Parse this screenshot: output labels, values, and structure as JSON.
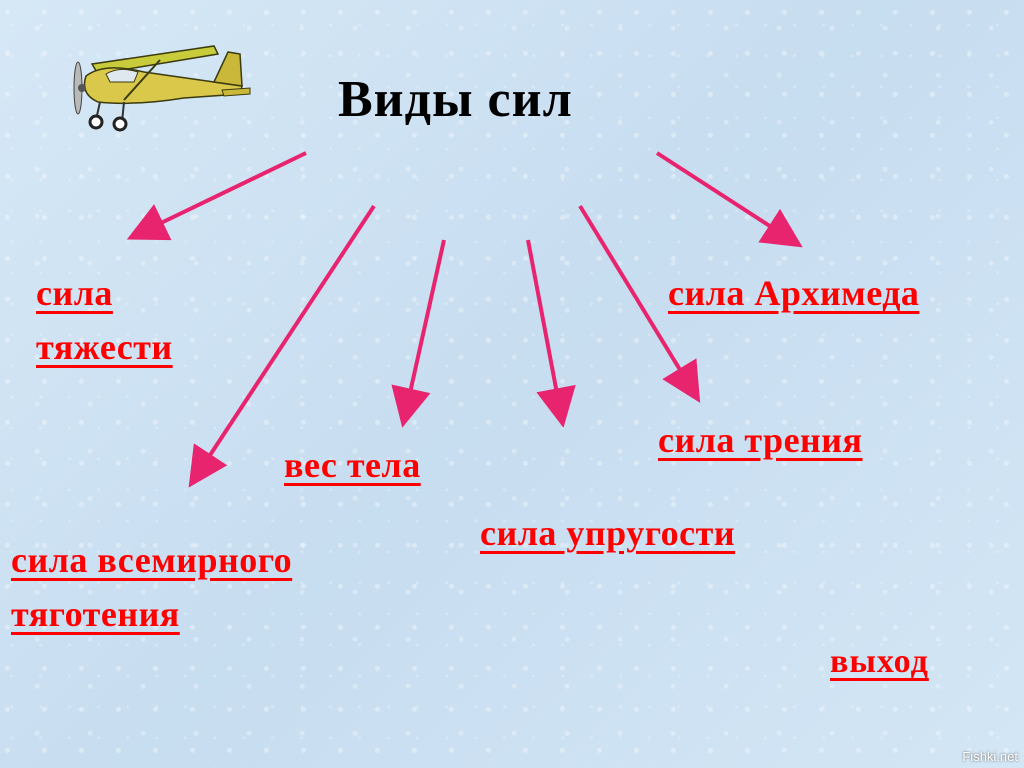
{
  "title": "Виды сил",
  "nodes": {
    "gravity": [
      "сила",
      "тяжести"
    ],
    "universal_gravitation": [
      "сила всемирного",
      "тяготения"
    ],
    "body_weight": [
      "вес тела"
    ],
    "elastic_force": [
      "сила упругости"
    ],
    "friction_force": [
      "сила трения"
    ],
    "archimedes_force": [
      "сила Архимеда"
    ]
  },
  "exit_label": "выход",
  "watermark": "Fishki.net",
  "colors": {
    "arrow": "#e8246e",
    "link_text": "#ff0000",
    "title": "#000000",
    "background": "#cfe3f3"
  },
  "icons": [
    "airplane-icon"
  ]
}
